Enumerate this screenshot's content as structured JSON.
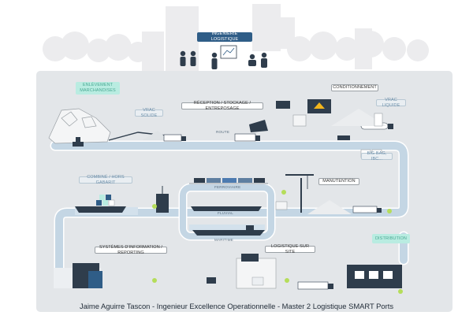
{
  "header": {
    "label": "INGENIERIE LOGISTIQUE"
  },
  "labels": {
    "vrac_solide": "VRAC SOLIDE",
    "reception": "RÉCEPTION / STOCKAGE / ENTREPOSAGE",
    "conditionnement": "CONDITIONNEMENT",
    "vrac_liquide": "VRAC LIQUIDE",
    "big_bag": "BIG BAG, IBC...",
    "combine": "COMBINÉ / HORS GABARIT",
    "manutention": "MANUTENTION",
    "systemes": "SYSTÈMES D'INFORMATION / REPORTING",
    "logistique_site": "LOGISTIQUE SUR SITE",
    "distribution": "DISTRIBUTION",
    "engrenement": "ENLÈVEMENT\nMARCHANDISES"
  },
  "routes": {
    "route": "ROUTE",
    "ferroviaire": "FERROVIAIRE",
    "fluvial": "FLUVIAL",
    "maritime": "MARITIME"
  },
  "caption": "Jaime Aguirre Tascon - Ingenieur Excellence Operationnelle - Master 2 Logistique SMART Ports",
  "colors": {
    "ground": "#e3e6e9",
    "road": "#c4d6e4",
    "road_edge": "#ffffff",
    "header_blue": "#2f5d87",
    "mint": "#b9ece1",
    "building": "#2f3d4c",
    "tree": "#e8ebee"
  }
}
